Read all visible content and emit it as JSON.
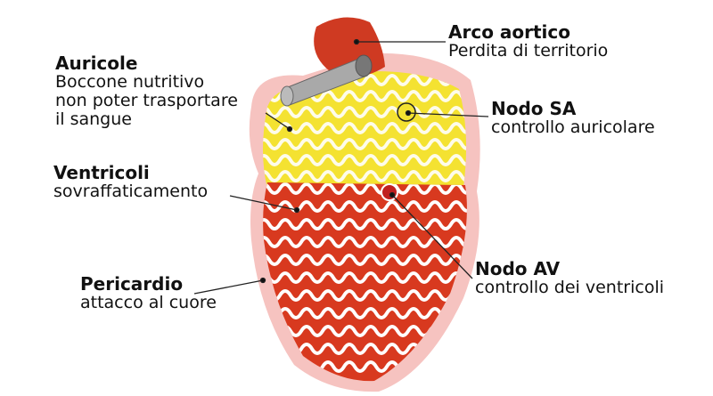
{
  "labels": {
    "arco": {
      "title": "Arco aortico",
      "lines": [
        "Perdita di territorio"
      ]
    },
    "auricole": {
      "title": "Auricole",
      "lines": [
        "Boccone nutritivo",
        "non poter trasportare",
        "il sangue"
      ]
    },
    "nodo_sa": {
      "title": "Nodo SA",
      "lines": [
        "controllo auricolare"
      ]
    },
    "ventricoli": {
      "title": "Ventricoli",
      "lines": [
        "sovraffaticamento"
      ]
    },
    "nodo_av": {
      "title": "Nodo AV",
      "lines": [
        "controllo dei ventricoli"
      ]
    },
    "pericardio": {
      "title": "Pericardio",
      "lines": [
        "attacco al cuore"
      ]
    }
  },
  "colors": {
    "pericardium": "#f6c3c0",
    "atria": "#f4e231",
    "ventricles": "#d8391f",
    "aorta": "#cf3a22",
    "vessel": "#a9a9a9"
  }
}
